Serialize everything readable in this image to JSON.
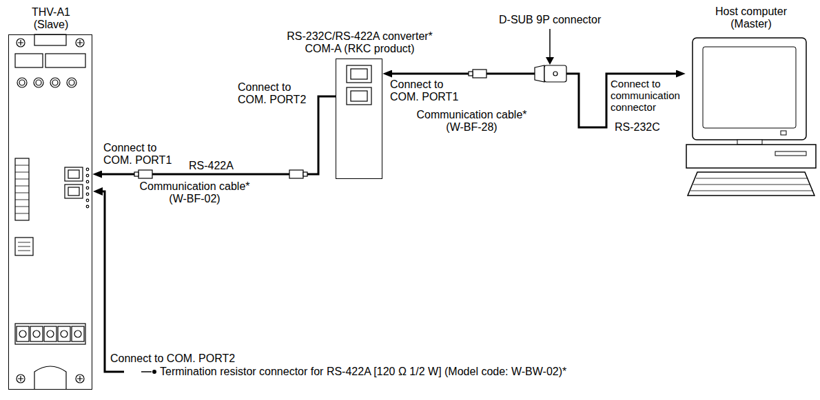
{
  "diagram": {
    "nodes": [
      {
        "text": [
          "THV-A1 (Slave)"
        ]
      },
      {
        "text": [
          "RS-232C/RS-422A converter* COM-A (RKC product)"
        ]
      },
      {
        "text": [
          "Host computer (Master)"
        ]
      }
    ],
    "edges": [
      {
        "from": 1,
        "to": 0,
        "arrow": "to",
        "label": "RS-422A"
      },
      {
        "from": 1,
        "to": 2,
        "arrow": "both",
        "label": "RS-232C"
      }
    ],
    "labels": [
      "Connect to COM. PORT1",
      "Communication cable* (W-BF-02)",
      "Connect to COM. PORT2",
      "Connect to COM. PORT1",
      "Communication cable* (W-BF-28)",
      "D-SUB 9P connector",
      "Connect to communication connector",
      "Connect to COM. PORT2",
      "Termination resistor connector for RS-422A [120 Ω 1/2 W] (Model code: W-BW-02)*"
    ]
  }
}
